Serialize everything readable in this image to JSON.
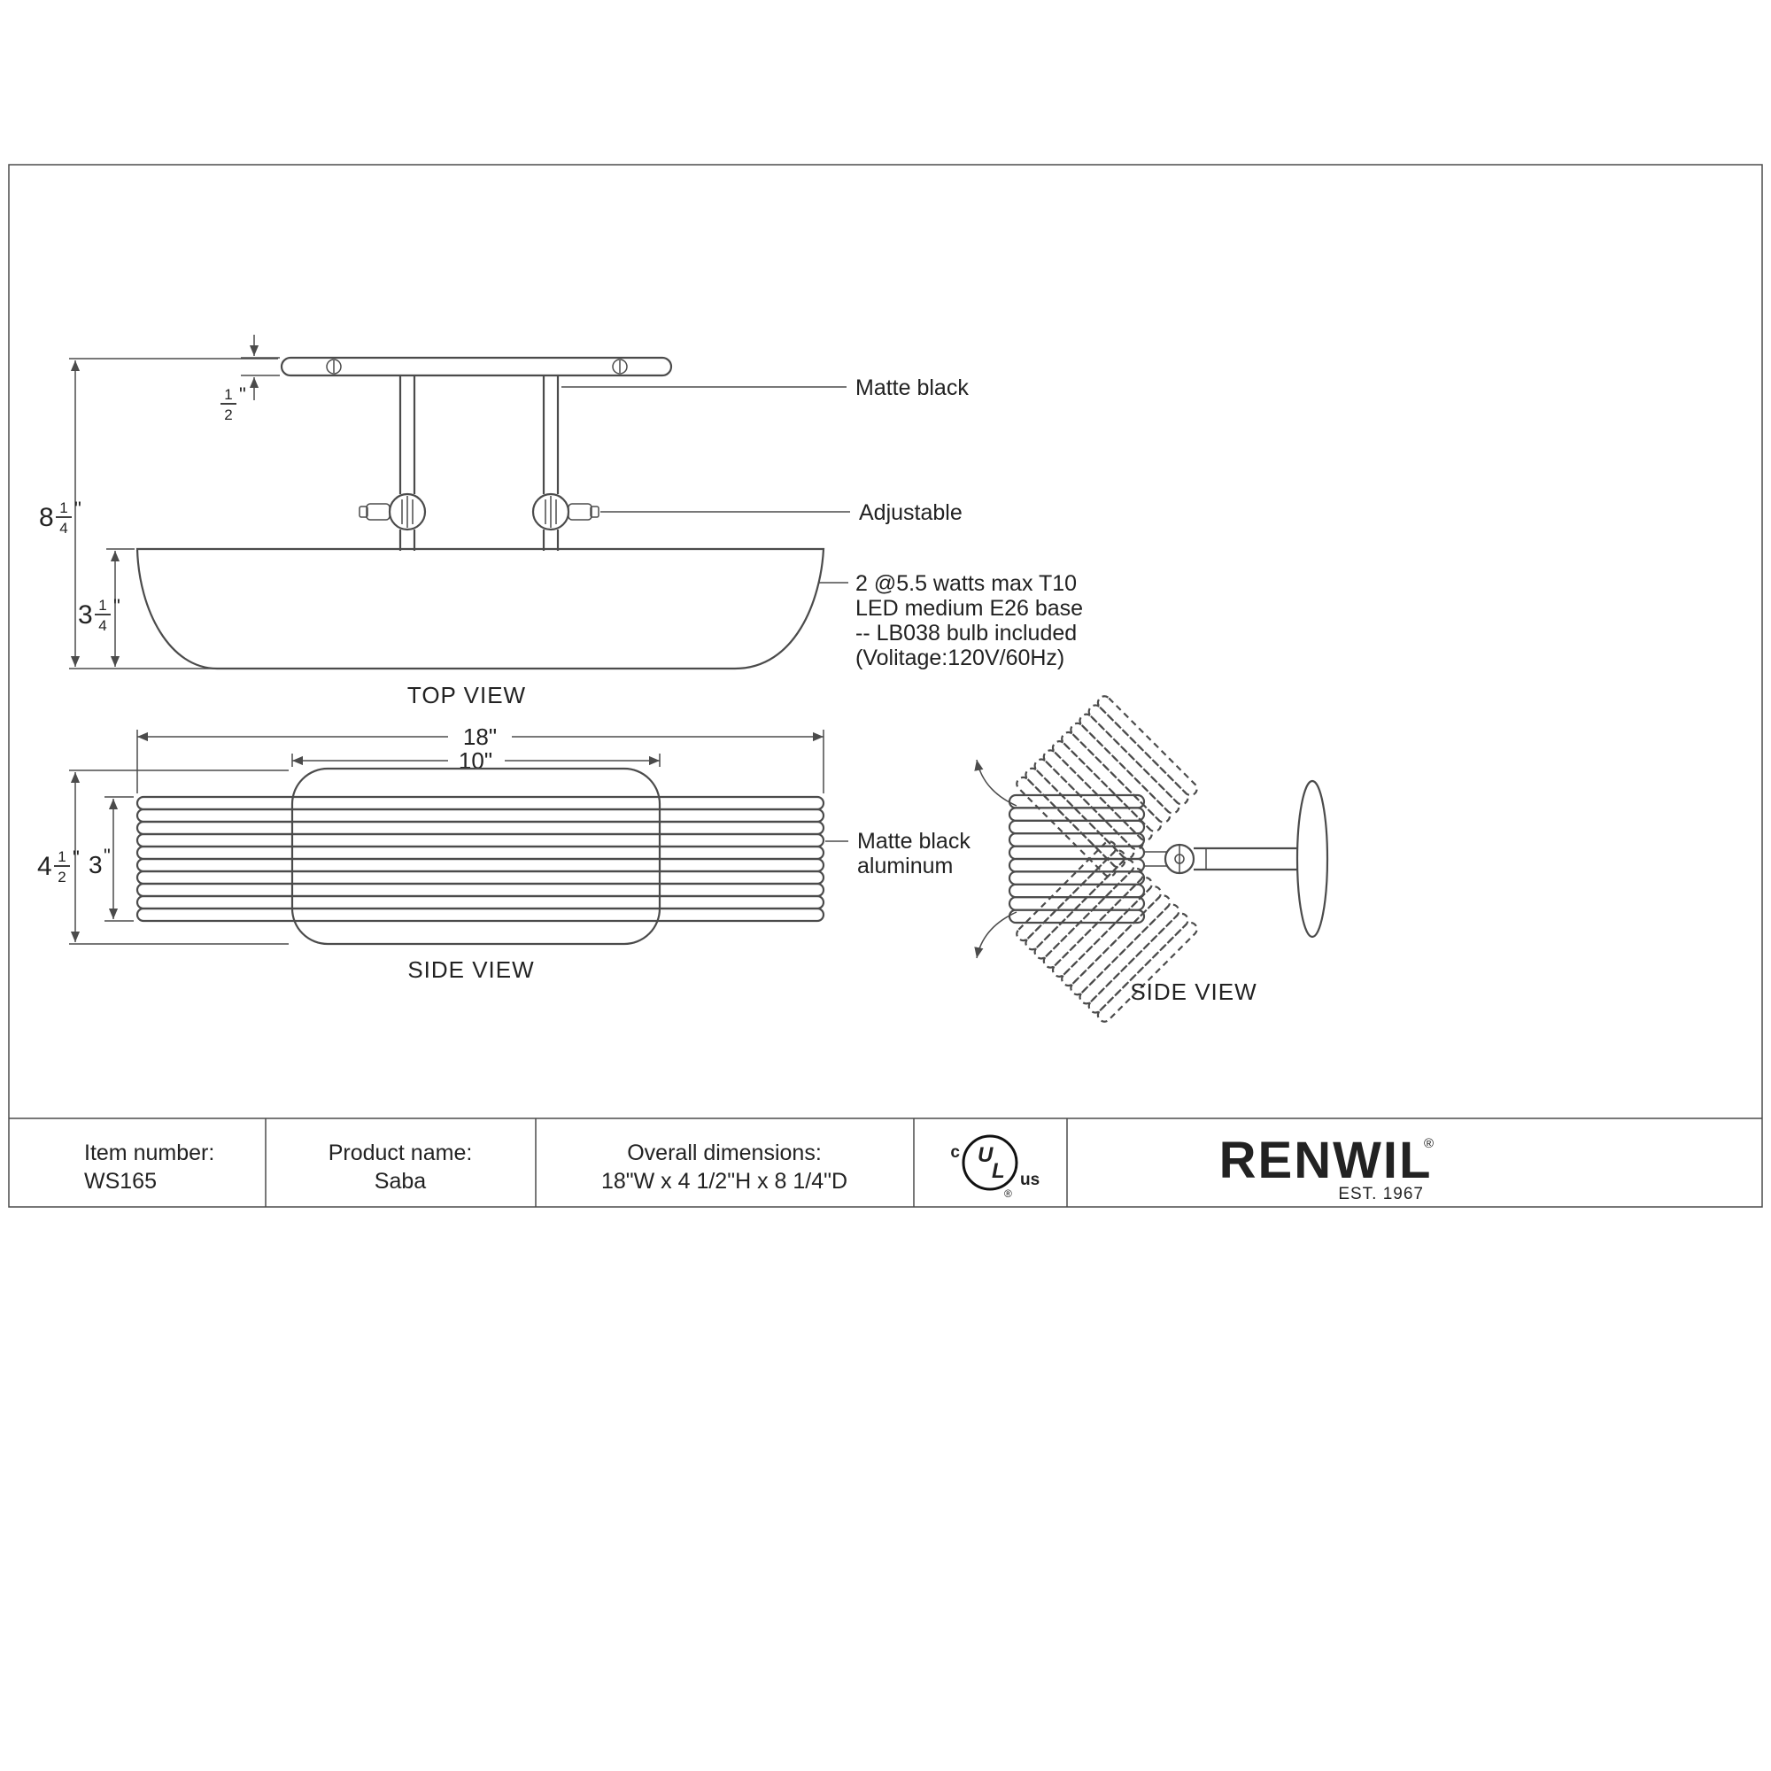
{
  "colors": {
    "line": "#4b4b4b",
    "text": "#222222"
  },
  "top_view": {
    "caption": "TOP VIEW",
    "dims": {
      "plate_offset": {
        "num": "1",
        "den": "2",
        "unit": "\""
      },
      "overall_depth": {
        "whole": "8",
        "num": "1",
        "den": "4",
        "unit": "\""
      },
      "shade_depth": {
        "whole": "3",
        "num": "1",
        "den": "4",
        "unit": "\""
      }
    },
    "annotations": {
      "finish": "Matte black",
      "adjustable": "Adjustable",
      "bulb_spec": [
        "2 @5.5 watts max T10",
        "LED medium E26 base",
        "-- LB038 bulb included",
        "(Volitage:120V/60Hz)"
      ]
    }
  },
  "side_view": {
    "caption": "SIDE VIEW",
    "dims": {
      "overall_width": "18\"",
      "backplate_width": "10\"",
      "overall_height": {
        "whole": "4",
        "num": "1",
        "den": "2",
        "unit": "\""
      },
      "shade_height": {
        "whole": "3",
        "unit": "\""
      }
    },
    "annotations": {
      "material_line1": "Matte black",
      "material_line2": "aluminum"
    }
  },
  "rotation_view": {
    "caption": "SIDE VIEW"
  },
  "title_block": {
    "item_number_label": "Item number:",
    "item_number": "WS165",
    "product_name_label": "Product name:",
    "product_name": "Saba",
    "overall_dims_label": "Overall dimensions:",
    "overall_dims": "18\"W x 4 1/2\"H x 8 1/4\"D",
    "certification": {
      "c": "c",
      "u": "U",
      "l": "L",
      "us": "us",
      "reg": "®"
    },
    "brand": {
      "name": "RENWIL",
      "reg": "®",
      "established": "EST. 1967"
    }
  }
}
